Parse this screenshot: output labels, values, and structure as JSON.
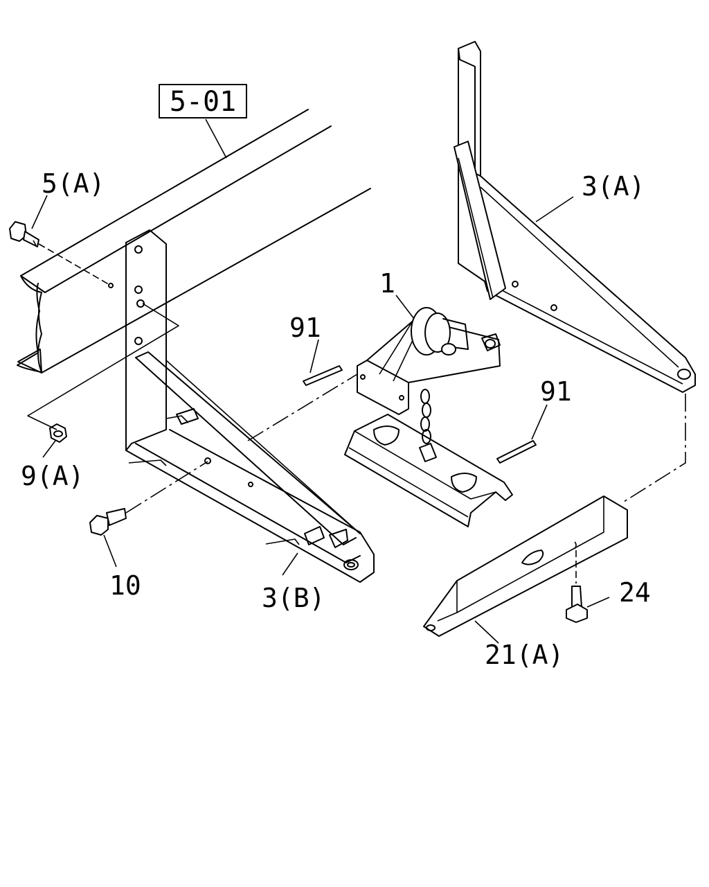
{
  "reference_box": "5-01",
  "labels": {
    "part_1": "1",
    "part_3a": "3(A)",
    "part_3b": "3(B)",
    "part_5a": "5(A)",
    "part_9a": "9(A)",
    "part_10": "10",
    "part_21a": "21(A)",
    "part_24": "24",
    "part_91_left": "91",
    "part_91_right": "91"
  }
}
